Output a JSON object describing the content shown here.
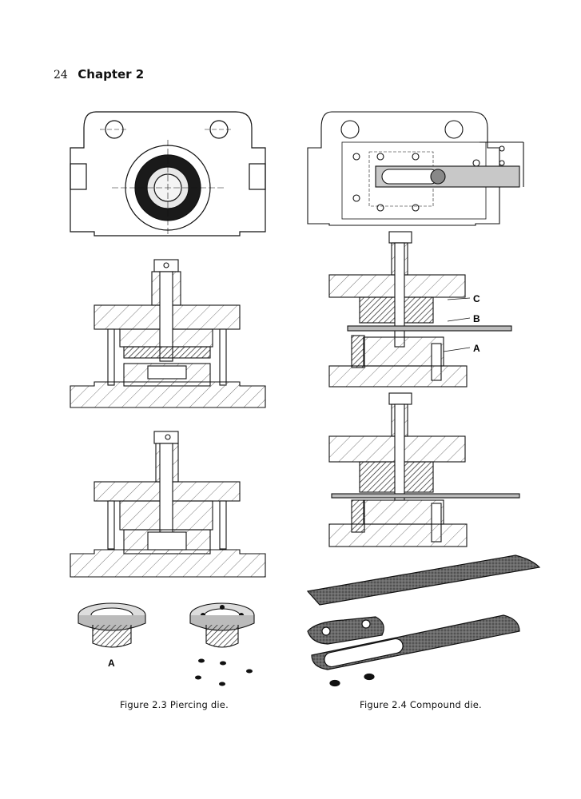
{
  "header": {
    "page_number": "24",
    "chapter_title": "Chapter 2"
  },
  "figures": {
    "left": {
      "caption": "Figure 2.3 Piercing die.",
      "part_labels": {
        "a": "A"
      }
    },
    "right": {
      "caption": "Figure 2.4 Compound die.",
      "part_labels": {
        "a": "A",
        "b": "B",
        "c": "C"
      }
    }
  }
}
